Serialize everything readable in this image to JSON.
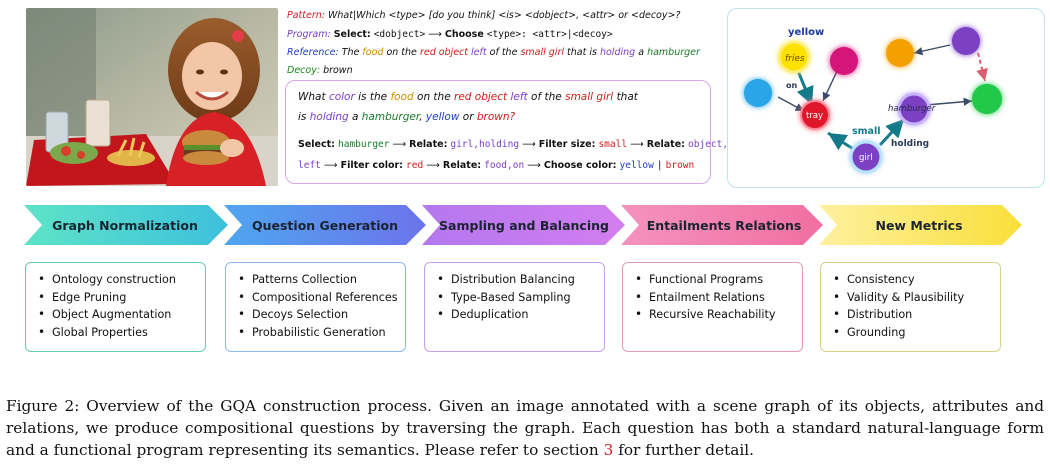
{
  "figure": {
    "pattern_line": {
      "label": "Pattern:",
      "text": "What|Which <type> [do you think] <is> <dobject>, <attr> or <decoy>?"
    },
    "program_line": {
      "label": "Program:",
      "select": "Select:",
      "dobject": "<dobject>",
      "choose": "Choose",
      "type_attr": "<type>: <attr>|<decoy>"
    },
    "reference_line": {
      "label": "Reference:",
      "w1": "The",
      "food": "food",
      "w2": "on the",
      "red_object": "red object",
      "left": "left",
      "w3": "of the",
      "small_girl": "small girl",
      "w4": "that is",
      "holding": "holding",
      "w5": "a",
      "hamburger": "hamburger"
    },
    "decoy_line": {
      "label": "Decoy:",
      "value": "brown"
    },
    "question": {
      "w1": "What",
      "color": "color",
      "w2": "is the",
      "food": "food",
      "w3": "on the",
      "red_object": "red object",
      "left": "left",
      "w4": "of the",
      "small_girl": "small girl",
      "w5": "that",
      "w6": "is",
      "holding": "holding",
      "w7": "a",
      "hamburger": "hamburger",
      "yellow": "yellow",
      "or": "or",
      "brown": "brown?"
    },
    "program_steps": {
      "line1": {
        "select": "Select:",
        "hamburger": "hamburger",
        "relate1": "Relate:",
        "girl_holding": "girl,holding",
        "filter_size": "Filter size:",
        "small": "small",
        "relate2": "Relate:",
        "object": "object,"
      },
      "line2": {
        "left": "left",
        "filter_color": "Filter color:",
        "red": "red",
        "relate3": "Relate:",
        "food_on": "food,on",
        "choose_color": "Choose color:",
        "yellow": "yellow",
        "bar": "|",
        "brown": "brown"
      }
    },
    "scene_graph": {
      "labels": {
        "yellow": "yellow",
        "fries": "fries",
        "on": "on",
        "tray": "tray",
        "small": "small",
        "girl": "girl",
        "holding": "holding",
        "hamburger": "hamburger"
      },
      "colors": {
        "yellow": "#ffe100",
        "magenta": "#d4137a",
        "blue": "#2aa5e8",
        "red": "#e0152b",
        "purple": "#7b3fc4",
        "orange": "#f5a000",
        "green": "#21c94a",
        "arrow_teal": "#147a8a",
        "arrow_dash": "#d9606e"
      }
    },
    "stages": [
      {
        "label": "Graph Normalization",
        "color": "#5ee3c7",
        "border": "#66cbb0",
        "items": [
          "Ontology construction",
          "Edge Pruning",
          "Object Augmentation",
          "Global Properties"
        ]
      },
      {
        "label": "Question Generation",
        "color": "#5aa2f2",
        "border": "#8db8f0",
        "items": [
          "Patterns Collection",
          "Compositional References",
          "Decoys Selection",
          "Probabilistic Generation"
        ]
      },
      {
        "label": "Sampling and Balancing",
        "color": "#b477ee",
        "border": "#c9a0ef",
        "items": [
          "Distribution Balancing",
          "Type-Based Sampling",
          "Deduplication"
        ]
      },
      {
        "label": "Entailments Relations",
        "color": "#f06fa1",
        "border": "#e89ab9",
        "items": [
          "Functional Programs",
          "Entailment Relations",
          "Recursive Reachability"
        ]
      },
      {
        "label": "New Metrics",
        "color": "#fbe35a",
        "border": "#d6d48a",
        "items": [
          "Consistency",
          "Validity & Plausibility",
          "Distribution",
          "Grounding"
        ]
      }
    ]
  },
  "caption": {
    "t1": "Figure 2: Overview of the GQA construction process. Given an image annotated with a scene graph of its objects, attributes and relations, we produce compositional questions by traversing the graph.  Each question has both a standard natural-language form and a functional program representing its semantics. Please refer to section ",
    "ref": "3",
    "t2": " for further detail."
  }
}
